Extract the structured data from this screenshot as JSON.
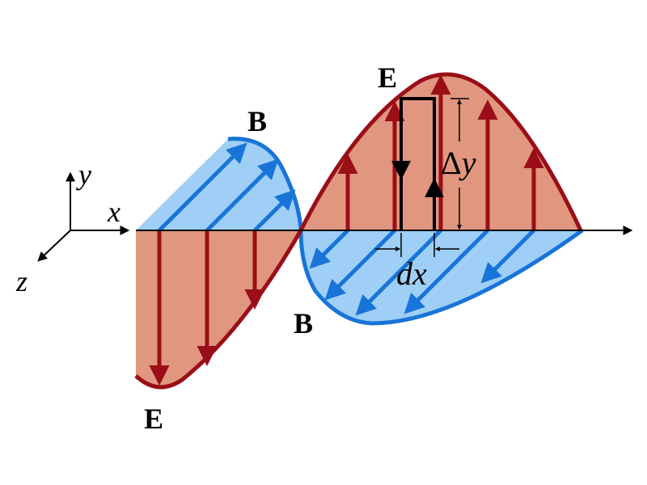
{
  "axes": {
    "x_label": "x",
    "y_label": "y",
    "z_label": "z"
  },
  "labels": {
    "e_top": "E",
    "e_bottom": "E",
    "b_top": "B",
    "b_bottom": "B",
    "delta_y_symbol": "Δ",
    "delta_y_var": "y",
    "dx": "dx"
  },
  "colors": {
    "e_field_fill": "#e0967f",
    "e_field_stroke": "#9a0e18",
    "b_field_fill": "#9fcff6",
    "b_field_stroke": "#1874d8",
    "axis": "#000000"
  }
}
